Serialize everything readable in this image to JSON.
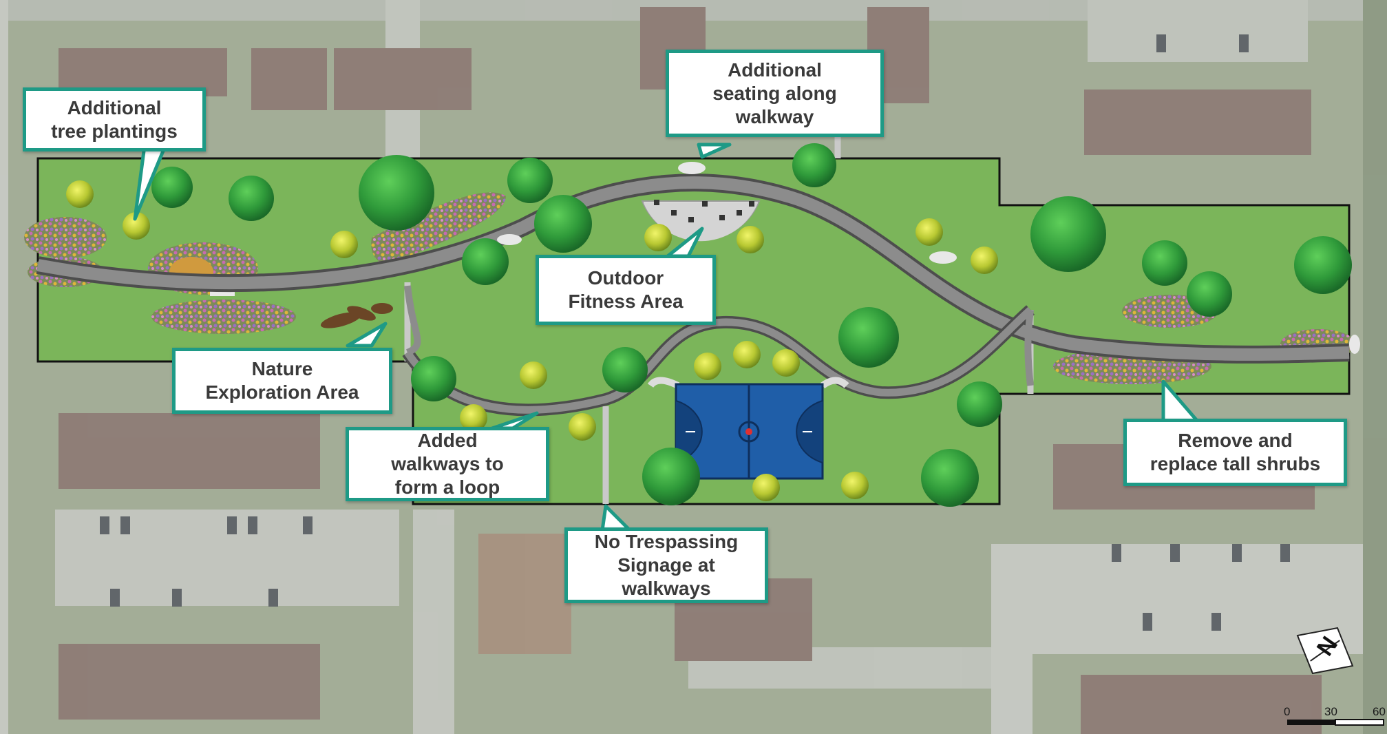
{
  "callouts": {
    "tree_plantings": "Additional\ntree plantings",
    "seating": "Additional\nseating along\nwalkway",
    "fitness": "Outdoor\nFitness Area",
    "nature": "Nature\nExploration Area",
    "walkways_loop": "Added\nwalkways to\nform a loop",
    "shrubs": "Remove and\nreplace tall shrubs",
    "signage": "No Trespassing\nSignage at\nwalkways"
  },
  "scale_bar": {
    "labels": [
      "0",
      "30",
      "60"
    ]
  },
  "icons": {
    "north_arrow": "north-arrow-icon"
  },
  "colors": {
    "callout_border": "#1e9a86",
    "park_grass": "#7bb55a",
    "court": "#1f5ea8",
    "path": "#7a7a7a"
  }
}
